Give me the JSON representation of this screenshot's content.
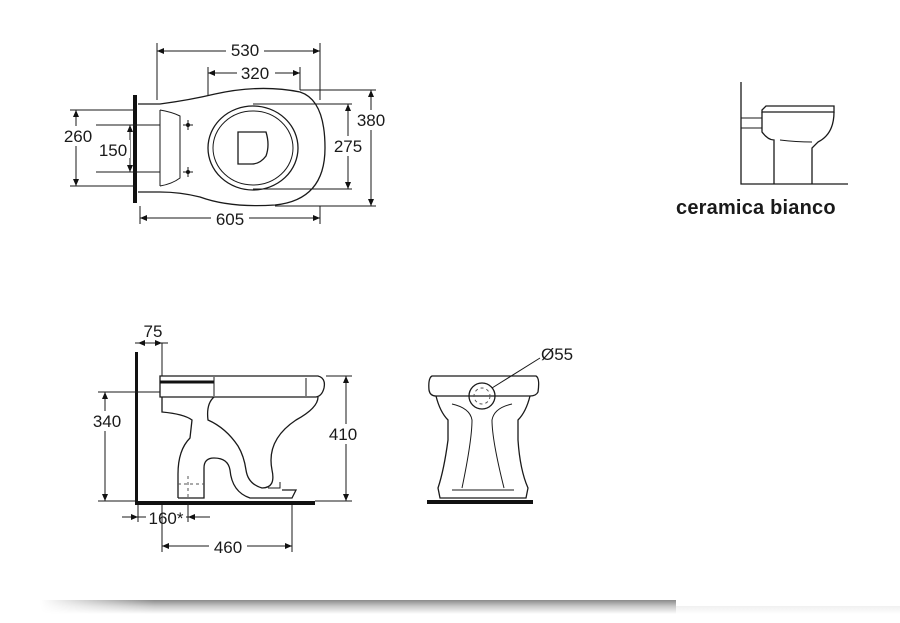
{
  "top_view": {
    "dims": {
      "total_length": "530",
      "bowl_length": "320",
      "overall_width": "380",
      "bowl_width": "275",
      "wall_width": "260",
      "bolt_spacing": "150",
      "projection": "605"
    }
  },
  "side_view": {
    "dims": {
      "setback": "75",
      "outlet_height": "340",
      "overall_height": "410",
      "outlet_offset": "160*",
      "base_depth": "460"
    }
  },
  "front_view": {
    "dims": {
      "outlet_diameter": "Ø55"
    }
  },
  "thumbnail": {
    "caption": "ceramica bianco"
  }
}
